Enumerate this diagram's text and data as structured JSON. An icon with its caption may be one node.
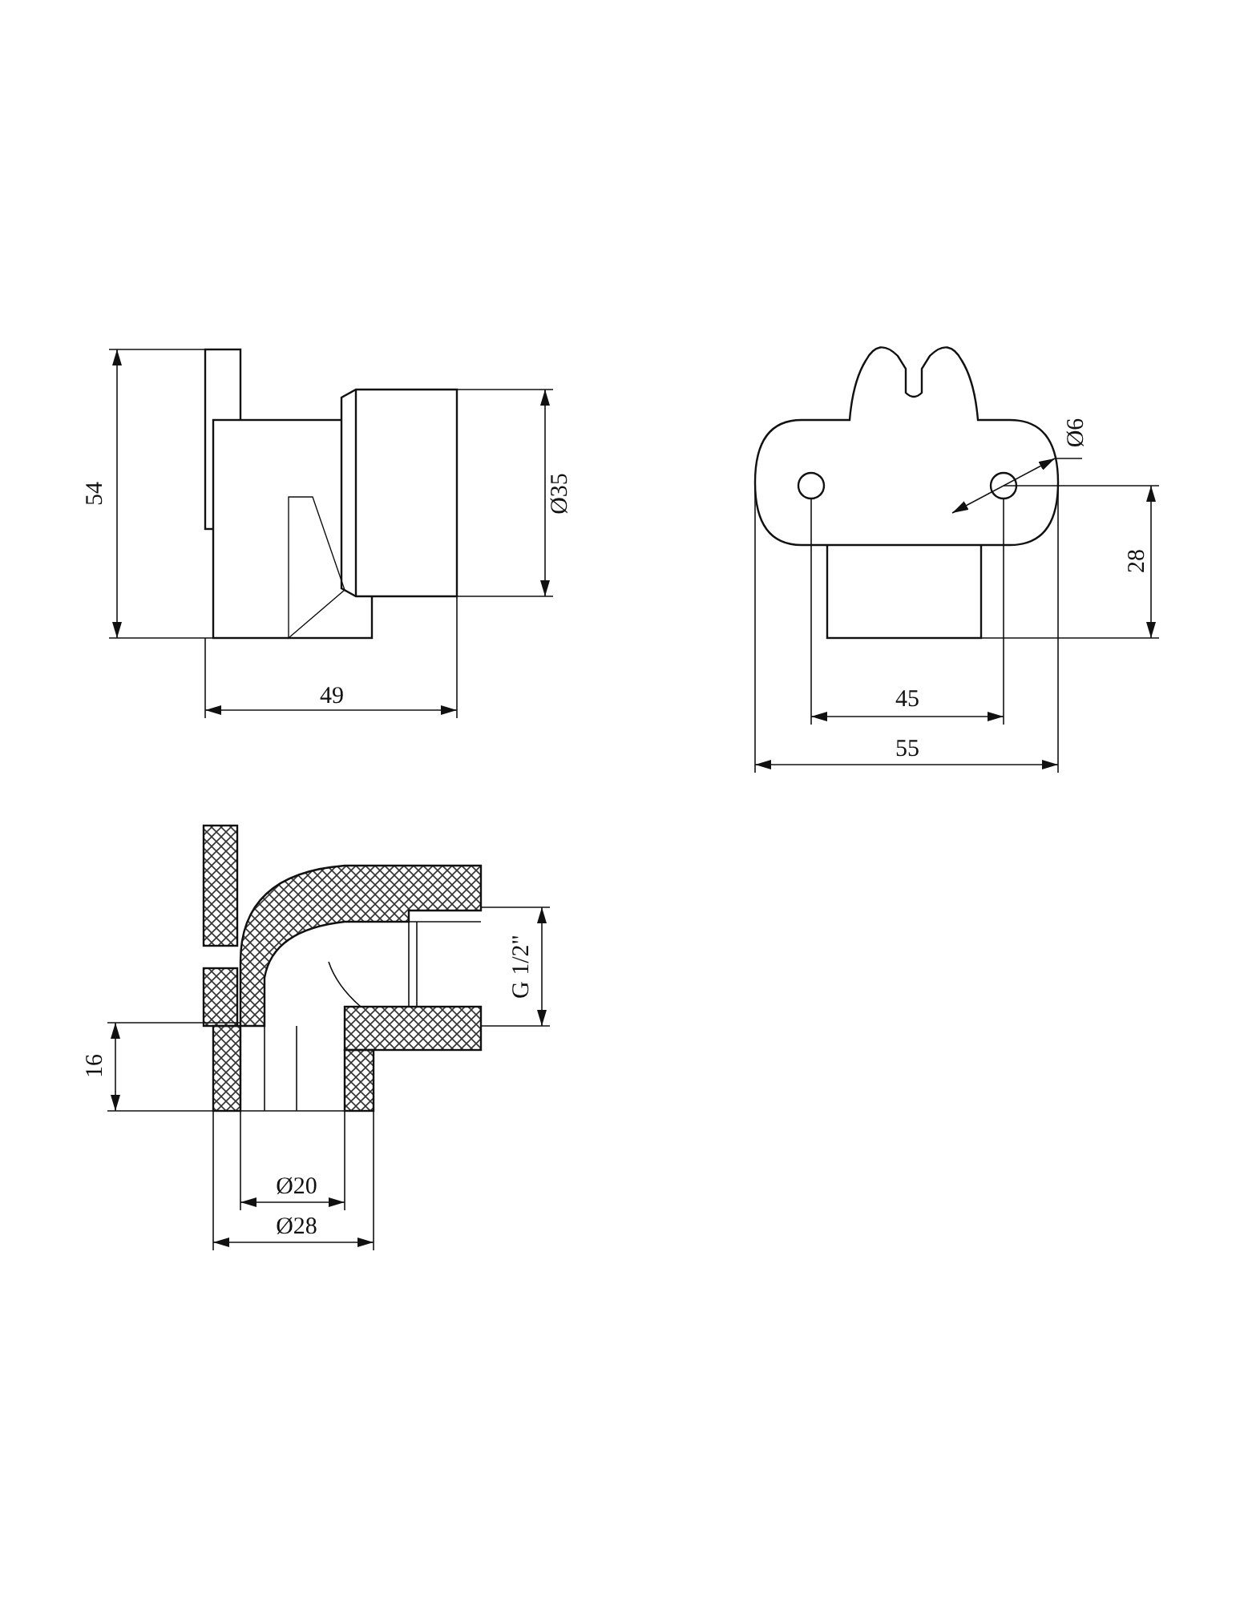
{
  "diagram": {
    "labels": [
      "54",
      "Ø35",
      "49",
      "Ø6",
      "28",
      "45",
      "55",
      "G 1/2\"",
      "16",
      "Ø20",
      "Ø28"
    ]
  }
}
